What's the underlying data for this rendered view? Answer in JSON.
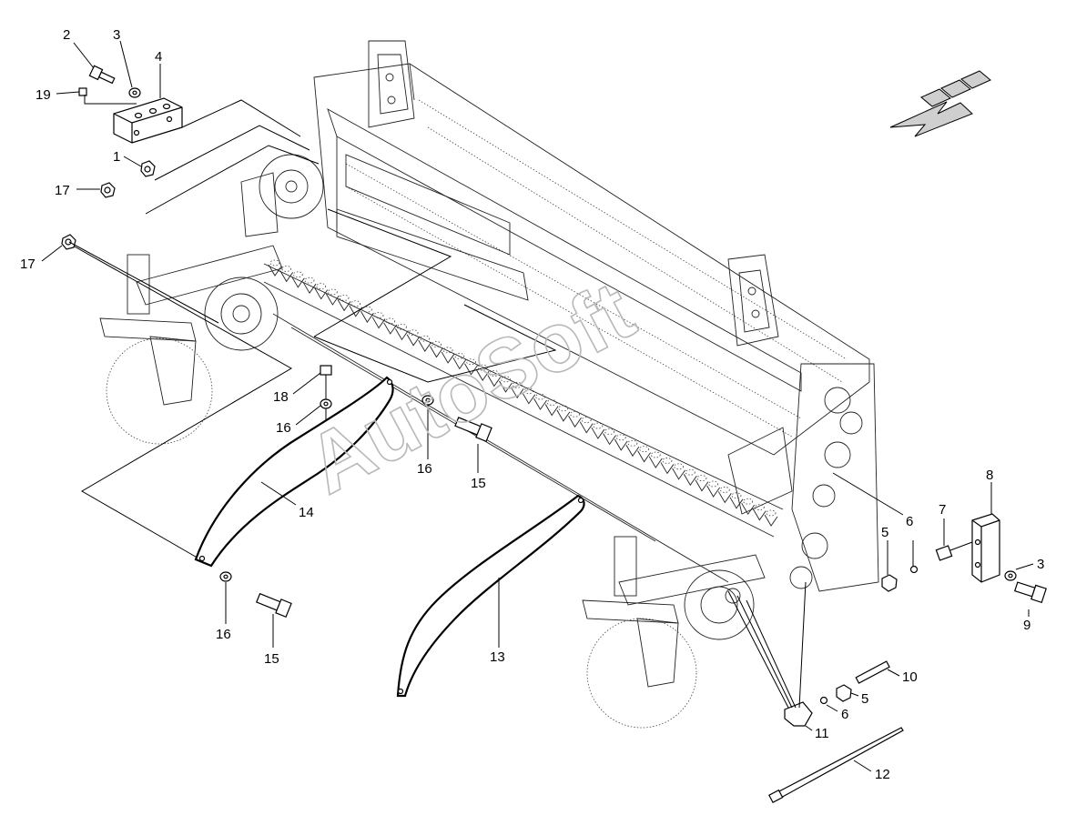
{
  "watermark": "AutoSoft",
  "callouts": [
    {
      "id": "c2",
      "text": "2"
    },
    {
      "id": "c3a",
      "text": "3"
    },
    {
      "id": "c4",
      "text": "4"
    },
    {
      "id": "c19",
      "text": "19"
    },
    {
      "id": "c1",
      "text": "1"
    },
    {
      "id": "c17a",
      "text": "17"
    },
    {
      "id": "c17b",
      "text": "17"
    },
    {
      "id": "c18",
      "text": "18"
    },
    {
      "id": "c16a",
      "text": "16"
    },
    {
      "id": "c16b",
      "text": "16"
    },
    {
      "id": "c15a",
      "text": "15"
    },
    {
      "id": "c14",
      "text": "14"
    },
    {
      "id": "c16c",
      "text": "16"
    },
    {
      "id": "c15b",
      "text": "15"
    },
    {
      "id": "c13",
      "text": "13"
    },
    {
      "id": "c6a",
      "text": "6"
    },
    {
      "id": "c5a",
      "text": "5"
    },
    {
      "id": "c7",
      "text": "7"
    },
    {
      "id": "c8",
      "text": "8"
    },
    {
      "id": "c3b",
      "text": "3"
    },
    {
      "id": "c9",
      "text": "9"
    },
    {
      "id": "c10",
      "text": "10"
    },
    {
      "id": "c5b",
      "text": "5"
    },
    {
      "id": "c6b",
      "text": "6"
    },
    {
      "id": "c11",
      "text": "11"
    },
    {
      "id": "c12",
      "text": "12"
    }
  ],
  "icons": {
    "direction_arrow": "direction-arrow-icon"
  },
  "colors": {
    "line": "#000000",
    "watermark": "#b8b8b8",
    "arrow_fill": "#cfcfcf"
  }
}
